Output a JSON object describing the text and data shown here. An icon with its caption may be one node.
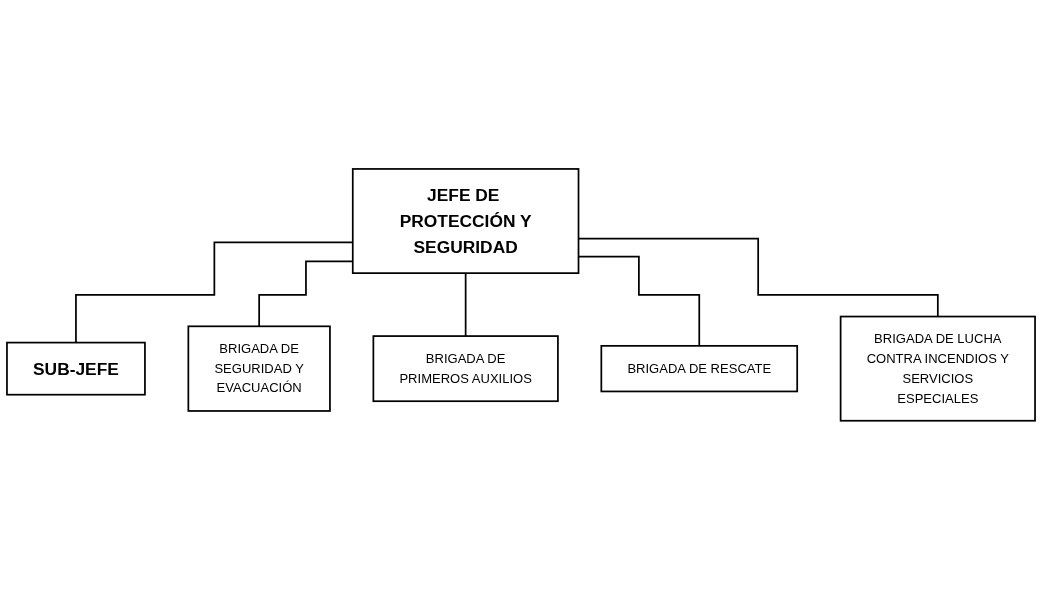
{
  "diagram": {
    "nodes": [
      {
        "text": [
          "JEFE DE PROTECCIÓN Y SEGURIDAD"
        ]
      },
      {
        "text": [
          "SUB-JEFE"
        ]
      },
      {
        "text": [
          "BRIGADA DE SEGURIDAD Y EVACUACIÓN"
        ]
      },
      {
        "text": [
          "BRIGADA DE PRIMEROS AUXILIOS"
        ]
      },
      {
        "text": [
          "BRIGADA DE RESCATE"
        ]
      },
      {
        "text": [
          "BRIGADA DE LUCHA CONTRA INCENDIOS Y SERVICIOS ESPECIALES"
        ]
      }
    ],
    "edges": [
      {
        "from": 0,
        "to": 1,
        "arrow": "none"
      },
      {
        "from": 0,
        "to": 2,
        "arrow": "none"
      },
      {
        "from": 0,
        "to": 3,
        "arrow": "none"
      },
      {
        "from": 0,
        "to": 4,
        "arrow": "none"
      },
      {
        "from": 0,
        "to": 5,
        "arrow": "none"
      }
    ]
  }
}
